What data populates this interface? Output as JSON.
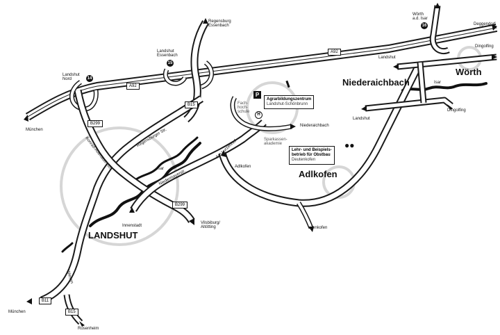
{
  "cities": {
    "landshut": "LANDSHUT",
    "adlkofen": "Adlkofen",
    "niederaichbach": "Niederaichbach",
    "woerth": "Wörth"
  },
  "autobahn": {
    "a92_west": "A92",
    "a92_east": "A92",
    "exit_14": "14",
    "exit_15": "15",
    "exit_16": "16",
    "landshut_nord": "Landshut\nNord",
    "landshut_essenbach": "Landshut\nEssenbach",
    "woerth_isar": "Wörth\na.d. Isar"
  },
  "routes": {
    "b15_top": "B15",
    "b299_left": "B299",
    "b299_mid": "B299",
    "b11": "B11",
    "b15_bottom": "B15"
  },
  "directions": {
    "regensburg": "Regensburg\nEssenbach",
    "deggendorf": "Deggendorf",
    "dingolfing_top": "Dingolfing",
    "dingolfing_right": "Dingolfing",
    "landshut_niederaichbach": "Landshut",
    "landshut_lower": "Landshut",
    "muenchen_top": "München",
    "muenchen_bottom": "München",
    "rosenheim": "Rosenheim",
    "vilsbiburg": "Vilsbiburg/\nAltötting",
    "jenkofen": "Jenkofen",
    "niederaichbach_dir": "Niederaichbach",
    "adlkofen_dir": "Adlkofen",
    "innenstadt": "Innenstadt"
  },
  "streets": {
    "regensburger": "Regensburger Str.",
    "konrad_adenauer": "Konrad-Adenauer-Str.",
    "niedermayer": "Niedermayerstr.",
    "am_lurzenhof": "Am Lurzenhof",
    "isar": "Isar",
    "isar_east": "Isar",
    "wiesen": "Wiesen"
  },
  "poi": {
    "parking": "P",
    "halt": "H",
    "fachhochschule": "Fach-\nhoch-\nschule",
    "sparkassenakademie": "Sparkassen-\nakademie",
    "agrar_title": "Agrarbildungszentrum",
    "agrar_sub": "Landshut-Schönbrunn",
    "obst_title": "Lehr- und Beispiels-\nbetrieb für Obstbau",
    "obst_sub": "Deutenkofen"
  },
  "colors": {
    "road": "#1a1a1a",
    "ring": "#d6d6d6",
    "river": "#111111"
  }
}
